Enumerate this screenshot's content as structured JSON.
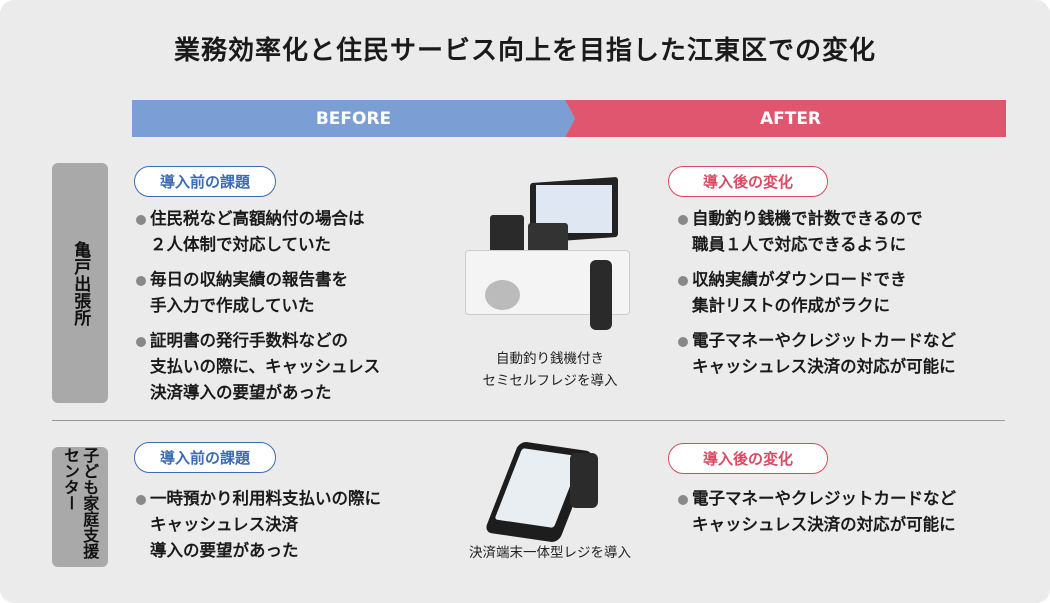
{
  "title": "業務効率化と住民サービス向上を目指した江東区での変化",
  "banner": {
    "before": "BEFORE",
    "after": "AFTER"
  },
  "sections": [
    {
      "label": "亀戸出張所",
      "before_title": "導入前の課題",
      "before_items": [
        [
          "住民税など高額納付の場合は",
          "２人体制で対応していた"
        ],
        [
          "毎日の収納実績の報告書を",
          "手入力で作成していた"
        ],
        [
          "証明書の発行手数料などの",
          "支払いの際に、キャッシュレス",
          "決済導入の要望があった"
        ]
      ],
      "caption": [
        "自動釣り銭機付き",
        "セミセルフレジを導入"
      ],
      "after_title": "導入後の変化",
      "after_items": [
        [
          "自動釣り銭機で計数できるので",
          "職員１人で対応できるように"
        ],
        [
          "収納実績がダウンロードでき",
          "集計リストの作成がラクに"
        ],
        [
          "電子マネーやクレジットカードなど",
          "キャッシュレス決済の対応が可能に"
        ]
      ]
    },
    {
      "label": "子ども家庭支援センター",
      "before_title": "導入前の課題",
      "before_items": [
        [
          "一時預かり利用料支払いの際に",
          "キャッシュレス決済",
          "導入の要望があった"
        ]
      ],
      "caption": [
        "決済端末一体型レジを導入"
      ],
      "after_title": "導入後の変化",
      "after_items": [
        [
          "電子マネーやクレジットカードなど",
          "キャッシュレス決済の対応が可能に"
        ]
      ]
    }
  ]
}
